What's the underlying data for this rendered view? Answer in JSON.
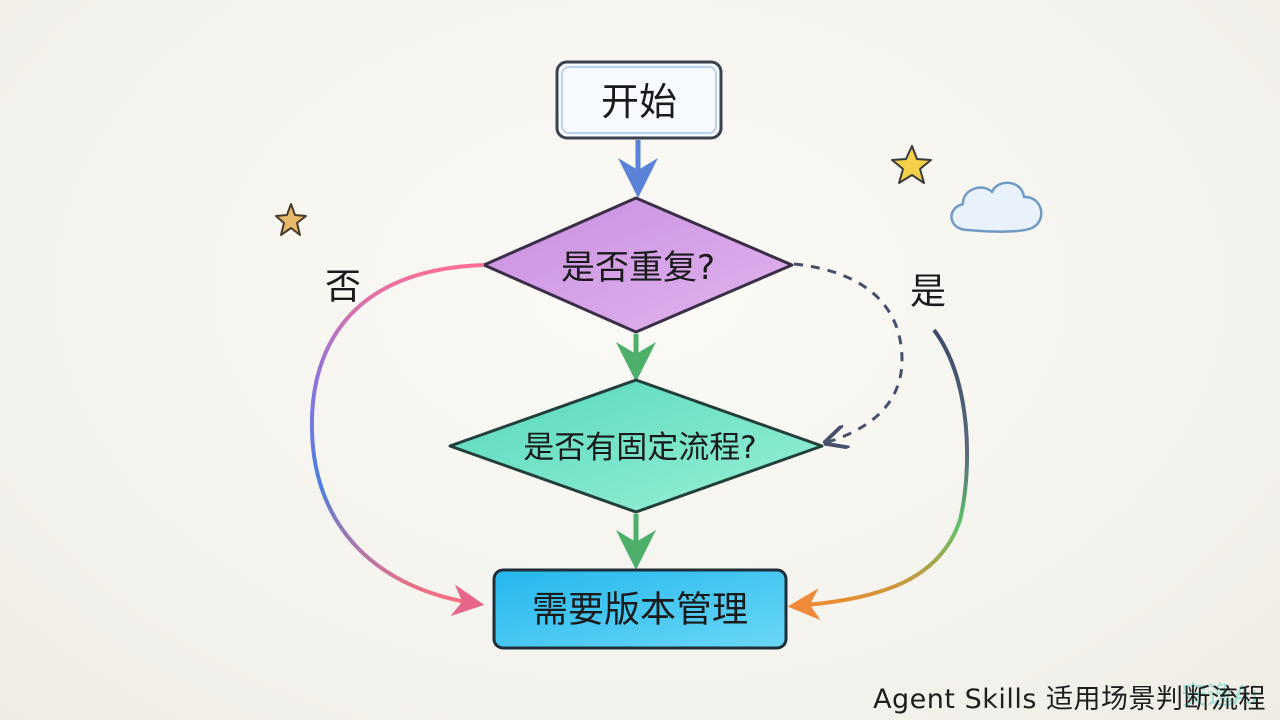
{
  "nodes": {
    "start": {
      "label": "开始"
    },
    "repeat_check": {
      "label": "是否重复?"
    },
    "fixed_process_check": {
      "label": "是否有固定流程?"
    },
    "version_control": {
      "label": "需要版本管理"
    }
  },
  "edges": {
    "no_label": "否",
    "yes_label": "是"
  },
  "caption": "Agent Skills 适用场景判断流程",
  "watermark": "安逸Ai",
  "colors": {
    "start_fill": "#f7fbff",
    "start_stroke": "#39424e",
    "repeat_fill": "#d9a9e6",
    "fixed_fill": "#7fe3c8",
    "version_fill": "#38c6ef",
    "arrow_blue": "#5a83d8",
    "arrow_green": "#4caf6a"
  }
}
